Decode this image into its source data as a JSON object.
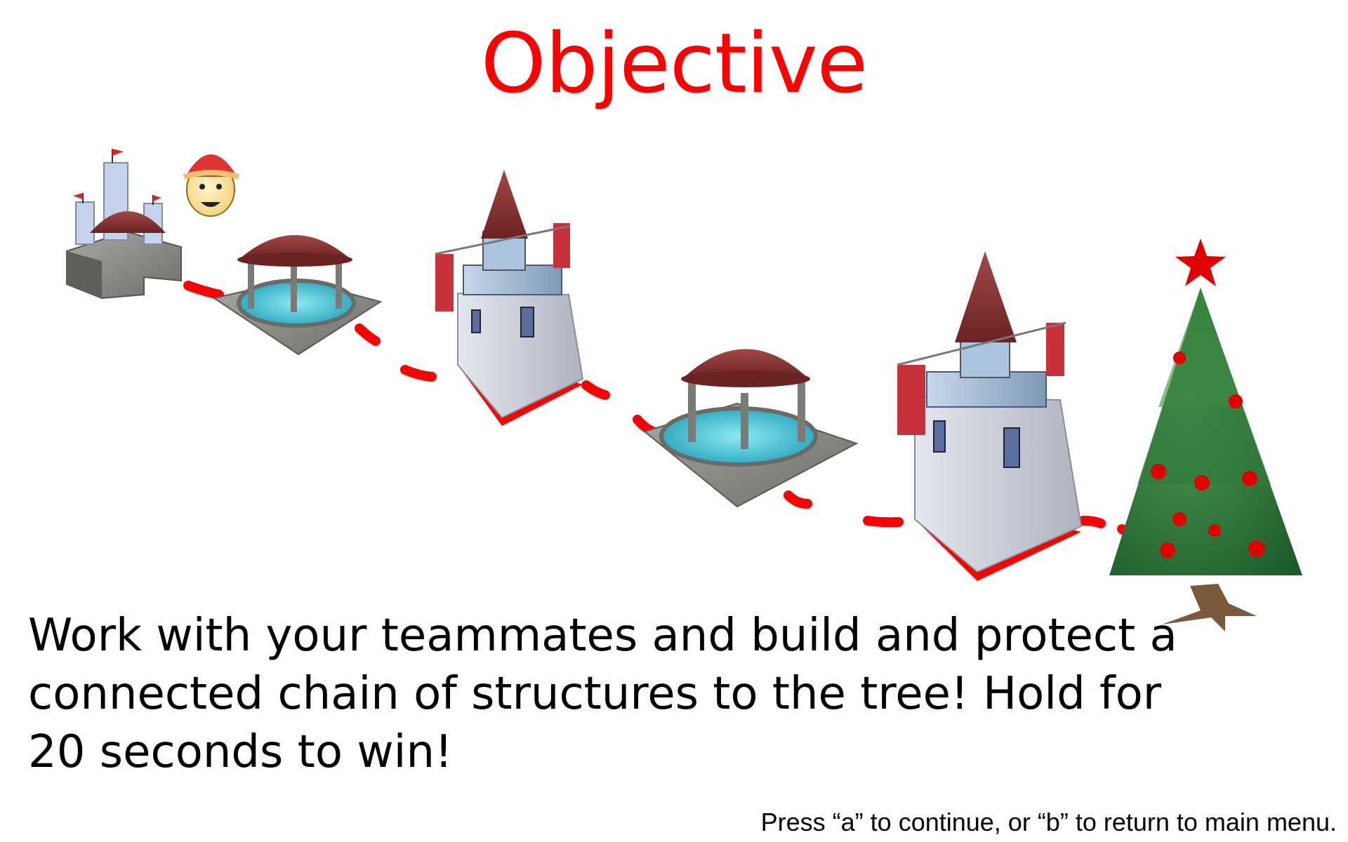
{
  "screen": {
    "title": "Objective",
    "description": "Work with your teammates and build and protect a connected chain of structures to the tree! Hold for 20 seconds to win!",
    "hint": "Press “a” to continue, or “b” to return to main menu."
  },
  "illustration": {
    "items": [
      "castle-icon",
      "elf-face-icon",
      "fountain-icon",
      "tower-icon",
      "fountain-icon",
      "tower-icon",
      "christmas-tree-icon"
    ],
    "colors": {
      "accent": "#ff0000",
      "roof": "#8b2f2f",
      "stone": "#8c8c88",
      "water": "#3cc4d6",
      "tower_wall": "#c8ccd6",
      "tree": "#2f7a3a"
    }
  }
}
